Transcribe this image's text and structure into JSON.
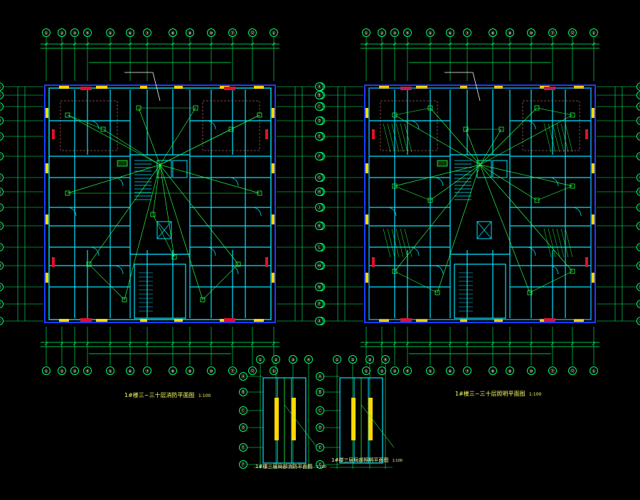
{
  "drawing": {
    "background": "#000000",
    "colors": {
      "axis": "#00ff66",
      "wall": "#00e5ff",
      "wiring": "#22ff44",
      "structure": "#1a3cff",
      "window": "#ffd800",
      "fire_door": "#e0102a",
      "text": "#ffff66",
      "room_line": "#ff8888"
    },
    "grid_top_labels": [
      "①",
      "②",
      "③",
      "④",
      "⑤",
      "⑥",
      "⑦",
      "⑧",
      "⑨",
      "⑩",
      "⑪",
      "⑫"
    ],
    "grid_side_labels": [
      "Ⓐ",
      "Ⓑ",
      "Ⓒ",
      "Ⓓ",
      "Ⓔ",
      "Ⓕ",
      "Ⓖ",
      "Ⓗ",
      "Ⓙ",
      "Ⓚ",
      "Ⓛ",
      "Ⓜ",
      "Ⓝ",
      "Ⓟ"
    ],
    "plans": {
      "left_title": "1#楼三~三十层消防平面图",
      "left_scale": "1:100",
      "right_title": "1#楼三~三十层照明平面图",
      "right_scale": "1:100",
      "detail_left_title": "1#楼三层局部消防平面图",
      "detail_left_scale": "1:100",
      "detail_right_title": "1#楼三层局部照明平面图",
      "detail_right_scale": "1:100"
    }
  }
}
